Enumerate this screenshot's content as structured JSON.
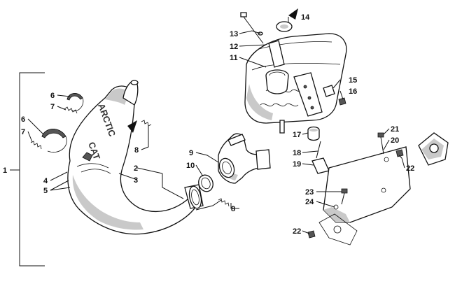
{
  "diagram": {
    "brand_text_top": "ARCTIC",
    "brand_text_bottom": "CAT",
    "callouts": [
      {
        "id": "c1",
        "label": "1"
      },
      {
        "id": "c2",
        "label": "2"
      },
      {
        "id": "c3",
        "label": "3"
      },
      {
        "id": "c4",
        "label": "4"
      },
      {
        "id": "c5",
        "label": "5"
      },
      {
        "id": "c6a",
        "label": "6"
      },
      {
        "id": "c7a",
        "label": "7"
      },
      {
        "id": "c6b",
        "label": "6"
      },
      {
        "id": "c7b",
        "label": "7"
      },
      {
        "id": "c8a",
        "label": "8"
      },
      {
        "id": "c8b",
        "label": "8"
      },
      {
        "id": "c9",
        "label": "9"
      },
      {
        "id": "c10",
        "label": "10"
      },
      {
        "id": "c11",
        "label": "11"
      },
      {
        "id": "c12",
        "label": "12"
      },
      {
        "id": "c13",
        "label": "13"
      },
      {
        "id": "c14",
        "label": "14"
      },
      {
        "id": "c15",
        "label": "15"
      },
      {
        "id": "c16",
        "label": "16"
      },
      {
        "id": "c17",
        "label": "17"
      },
      {
        "id": "c18",
        "label": "18"
      },
      {
        "id": "c19",
        "label": "19"
      },
      {
        "id": "c20",
        "label": "20"
      },
      {
        "id": "c21",
        "label": "21"
      },
      {
        "id": "c22a",
        "label": "22"
      },
      {
        "id": "c22b",
        "label": "22"
      },
      {
        "id": "c23",
        "label": "23"
      },
      {
        "id": "c24",
        "label": "24"
      }
    ]
  }
}
